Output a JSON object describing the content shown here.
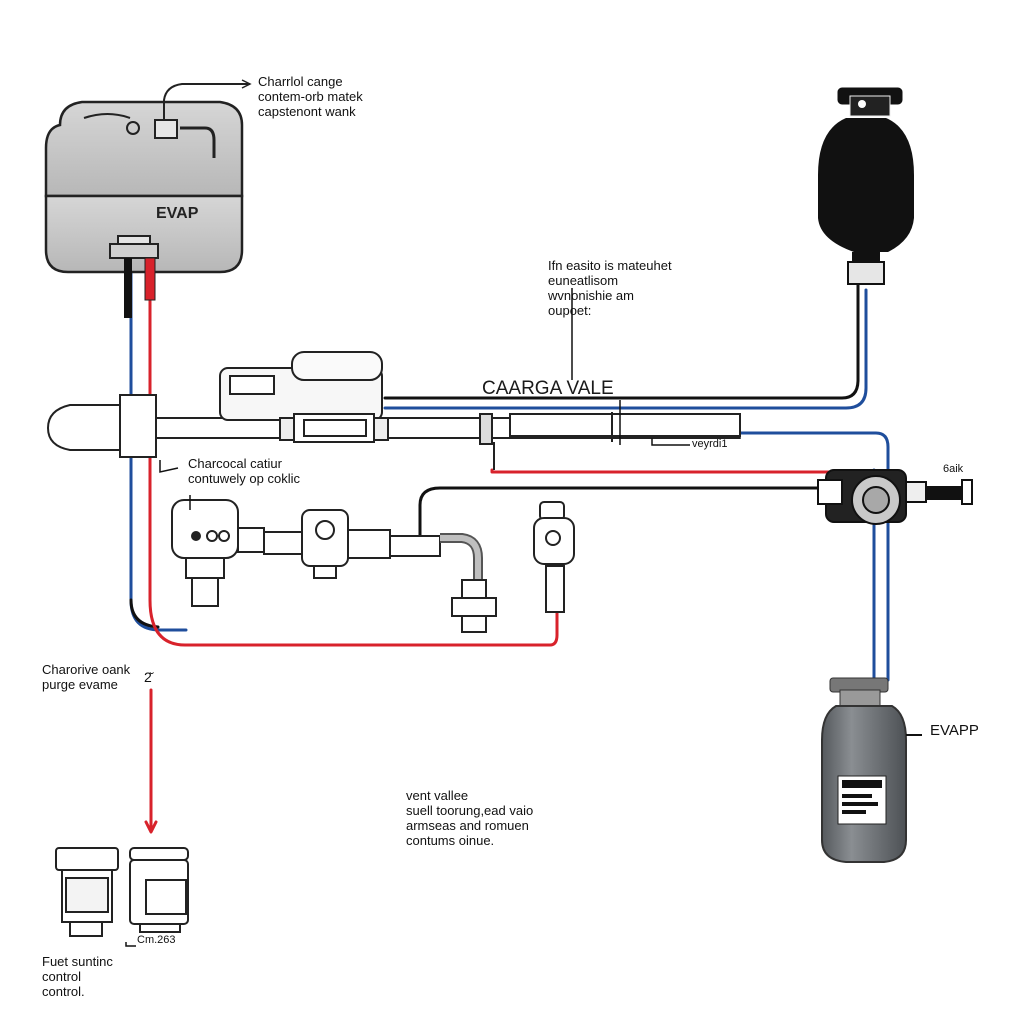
{
  "colors": {
    "blue_line": "#1f4e9c",
    "red_line": "#d8222b",
    "black_line": "#111111",
    "tank_fill": "#c9c9c9",
    "canister_dark": "#111111",
    "canister_grey": "#6f7377"
  },
  "labels": {
    "top_tank_note": "Charrlol cange\ncontem-orb matek\ncapstenont wank",
    "tank_name": "EVAP",
    "mid_note": "Ifn easito is mateuhet\neuneatlisom\nwvnonishie am\noupoet:",
    "main_title": "CAARGA VALE",
    "left_note": "Charcocal catiur\ncontuwely op coklic",
    "small_value": "veyrdi1",
    "right_tag": "6aik",
    "left_bottom_note": "Charorive oank\npurge evame",
    "left_bottom_num": "2̆",
    "right_bottom_name": "EVAPP",
    "center_bottom_note": "vent vallee\nsuell toorung,ead vaio\narmseas and romuen\ncontums oinue.",
    "bottom_part": "Cm.263",
    "bottom_left_note": "Fuet suntinc\ncontrol\ncontrol."
  }
}
